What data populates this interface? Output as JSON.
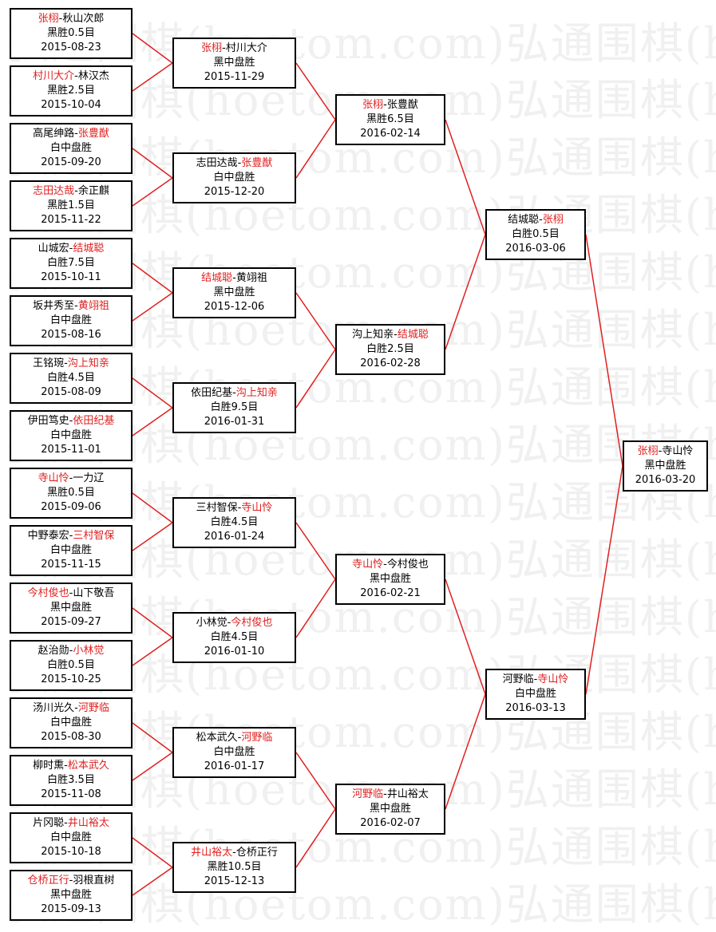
{
  "watermark": "弘通围棋(hoetom.com)弘通围棋(hoetom.com)",
  "colors": {
    "winner": "#e02020",
    "line": "#e02020",
    "border": "#000000"
  },
  "rounds": [
    [
      {
        "p1": "张栩",
        "p2": "秋山次郎",
        "winner": 1,
        "result": "黑胜0.5目",
        "date": "2015-08-23"
      },
      {
        "p1": "村川大介",
        "p2": "林汉杰",
        "winner": 1,
        "result": "黑胜2.5目",
        "date": "2015-10-04"
      },
      {
        "p1": "高尾绅路",
        "p2": "张豊猷",
        "winner": 2,
        "result": "白中盘胜",
        "date": "2015-09-20"
      },
      {
        "p1": "志田达哉",
        "p2": "余正麒",
        "winner": 1,
        "result": "黑胜1.5目",
        "date": "2015-11-22"
      },
      {
        "p1": "山城宏",
        "p2": "结城聪",
        "winner": 2,
        "result": "白胜7.5目",
        "date": "2015-10-11"
      },
      {
        "p1": "坂井秀至",
        "p2": "黄翊祖",
        "winner": 2,
        "result": "白中盘胜",
        "date": "2015-08-16"
      },
      {
        "p1": "王铭琬",
        "p2": "沟上知亲",
        "winner": 2,
        "result": "白胜4.5目",
        "date": "2015-08-09"
      },
      {
        "p1": "伊田笃史",
        "p2": "依田纪基",
        "winner": 2,
        "result": "白中盘胜",
        "date": "2015-11-01"
      },
      {
        "p1": "寺山怜",
        "p2": "一力辽",
        "winner": 1,
        "result": "黑胜0.5目",
        "date": "2015-09-06"
      },
      {
        "p1": "中野泰宏",
        "p2": "三村智保",
        "winner": 2,
        "result": "白中盘胜",
        "date": "2015-11-15"
      },
      {
        "p1": "今村俊也",
        "p2": "山下敬吾",
        "winner": 1,
        "result": "黑中盘胜",
        "date": "2015-09-27"
      },
      {
        "p1": "赵治勋",
        "p2": "小林觉",
        "winner": 2,
        "result": "白胜0.5目",
        "date": "2015-10-25"
      },
      {
        "p1": "汤川光久",
        "p2": "河野临",
        "winner": 2,
        "result": "白中盘胜",
        "date": "2015-08-30"
      },
      {
        "p1": "柳时熏",
        "p2": "松本武久",
        "winner": 2,
        "result": "白胜3.5目",
        "date": "2015-11-08"
      },
      {
        "p1": "片冈聪",
        "p2": "井山裕太",
        "winner": 2,
        "result": "白中盘胜",
        "date": "2015-10-18"
      },
      {
        "p1": "仓桥正行",
        "p2": "羽根直树",
        "winner": 1,
        "result": "黑中盘胜",
        "date": "2015-09-13"
      }
    ],
    [
      {
        "p1": "张栩",
        "p2": "村川大介",
        "winner": 1,
        "result": "黑中盘胜",
        "date": "2015-11-29"
      },
      {
        "p1": "志田达哉",
        "p2": "张豊猷",
        "winner": 2,
        "result": "白中盘胜",
        "date": "2015-12-20"
      },
      {
        "p1": "结城聪",
        "p2": "黄翊祖",
        "winner": 1,
        "result": "黑中盘胜",
        "date": "2015-12-06"
      },
      {
        "p1": "依田纪基",
        "p2": "沟上知亲",
        "winner": 2,
        "result": "白胜9.5目",
        "date": "2016-01-31"
      },
      {
        "p1": "三村智保",
        "p2": "寺山怜",
        "winner": 2,
        "result": "白胜4.5目",
        "date": "2016-01-24"
      },
      {
        "p1": "小林觉",
        "p2": "今村俊也",
        "winner": 2,
        "result": "白胜4.5目",
        "date": "2016-01-10"
      },
      {
        "p1": "松本武久",
        "p2": "河野临",
        "winner": 2,
        "result": "白中盘胜",
        "date": "2016-01-17"
      },
      {
        "p1": "井山裕太",
        "p2": "仓桥正行",
        "winner": 1,
        "result": "黑胜10.5目",
        "date": "2015-12-13"
      }
    ],
    [
      {
        "p1": "张栩",
        "p2": "张豊猷",
        "winner": 1,
        "result": "黑胜6.5目",
        "date": "2016-02-14"
      },
      {
        "p1": "沟上知亲",
        "p2": "结城聪",
        "winner": 2,
        "result": "白胜2.5目",
        "date": "2016-02-28"
      },
      {
        "p1": "寺山怜",
        "p2": "今村俊也",
        "winner": 1,
        "result": "黑中盘胜",
        "date": "2016-02-21"
      },
      {
        "p1": "河野临",
        "p2": "井山裕太",
        "winner": 1,
        "result": "黑中盘胜",
        "date": "2016-02-07"
      }
    ],
    [
      {
        "p1": "结城聪",
        "p2": "张栩",
        "winner": 2,
        "result": "白胜0.5目",
        "date": "2016-03-06"
      },
      {
        "p1": "河野临",
        "p2": "寺山怜",
        "winner": 2,
        "result": "白中盘胜",
        "date": "2016-03-13"
      }
    ],
    [
      {
        "p1": "张栩",
        "p2": "寺山怜",
        "winner": 1,
        "result": "黑中盘胜",
        "date": "2016-03-20"
      }
    ]
  ]
}
